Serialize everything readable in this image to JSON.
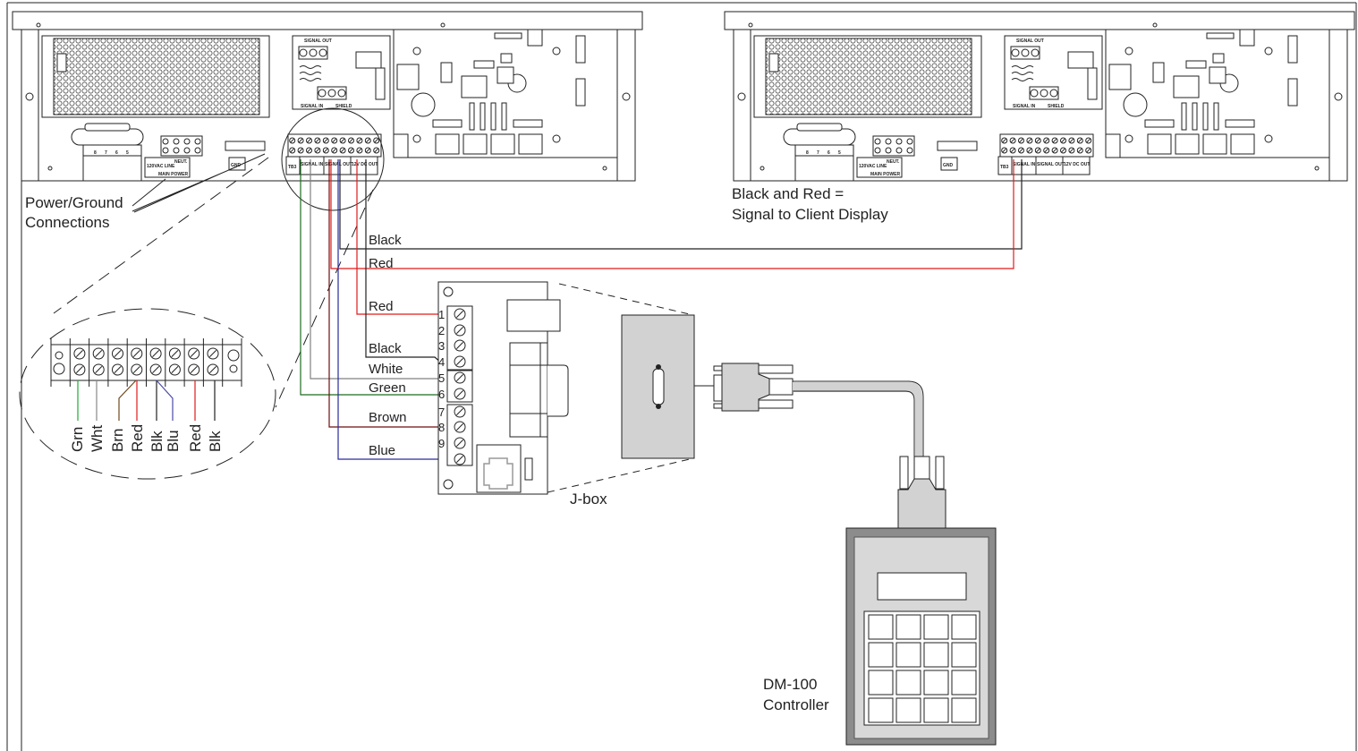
{
  "unit": {
    "signal_board_top": "SIGNAL OUT",
    "signal_board_bottom": "SIGNAL IN",
    "signal_board_shield": "SHIELD",
    "terminal_labels": {
      "tb": "TB3",
      "signal_in": "SIGNAL IN",
      "signal_out": "SIGNAL OUT",
      "dc_out": "12V DC OUT"
    },
    "power_labels": {
      "line": "120VAC LINE",
      "neutral": "NEUT.",
      "main": "MAIN POWER",
      "gnd": "GND"
    },
    "transformer_taps": [
      "8",
      "7",
      "6",
      "5"
    ]
  },
  "callouts": {
    "power_ground": [
      "Power/Ground",
      "Connections"
    ],
    "signal": [
      "Black and Red =",
      "Signal to Client Display"
    ],
    "jbox": "J-box",
    "controller": [
      "DM-100",
      "Controller"
    ]
  },
  "wires": [
    {
      "label": "Black",
      "color": "#222222"
    },
    {
      "label": "Red",
      "color": "#e01b1b"
    },
    {
      "label": "Red",
      "color": "#e01b1b"
    },
    {
      "label": "Black",
      "color": "#222222"
    },
    {
      "label": "White",
      "color": "#808080"
    },
    {
      "label": "Green",
      "color": "#1e6b1e"
    },
    {
      "label": "Brown",
      "color": "#6e0e0e"
    },
    {
      "label": "Blue",
      "color": "#2a2a9a"
    }
  ],
  "detail_terminals": [
    {
      "label": "Grn",
      "color": "#22aa33"
    },
    {
      "label": "Wht",
      "color": "#888888"
    },
    {
      "label": "Brn",
      "color": "#6e4a1e"
    },
    {
      "label": "Red",
      "color": "#e01b1b"
    },
    {
      "label": "Blk",
      "color": "#222222"
    },
    {
      "label": "Blu",
      "color": "#4a4aa8"
    },
    {
      "label": "Red",
      "color": "#e01b1b"
    },
    {
      "label": "Blk",
      "color": "#222222"
    }
  ],
  "jbox_terminals": [
    "1",
    "2",
    "3",
    "4",
    "5",
    "6",
    "7",
    "8",
    "9"
  ],
  "colors": {
    "panel_gray": "#d2d2d2",
    "controller_gray": "#8c8c8c"
  }
}
